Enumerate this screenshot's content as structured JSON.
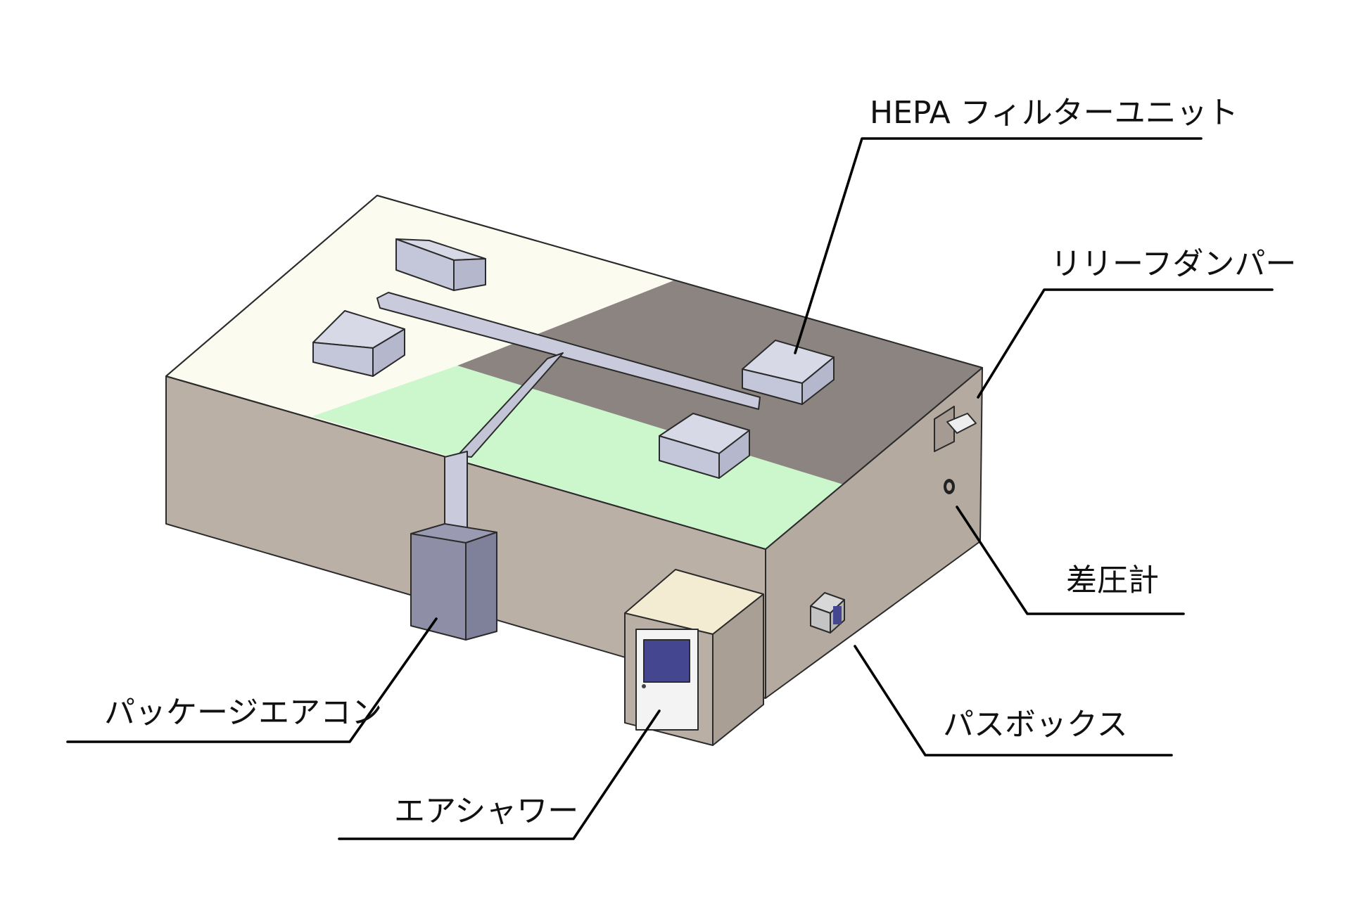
{
  "labels": {
    "hepa": "HEPA フィルターユニット",
    "relief": "リリーフダンパー",
    "gauge": "差圧計",
    "passbox": "パスボックス",
    "aircon": "パッケージエアコン",
    "airshower": "エアシャワー"
  },
  "colors": {
    "wall": "#bab0a6",
    "roof_light": "#fbfbf0",
    "roof_dark": "#8c8480",
    "roof_green": "#ccf6cc",
    "duct": "#c9cbdc",
    "window": "#454690",
    "outline": "#2b2b2b"
  }
}
